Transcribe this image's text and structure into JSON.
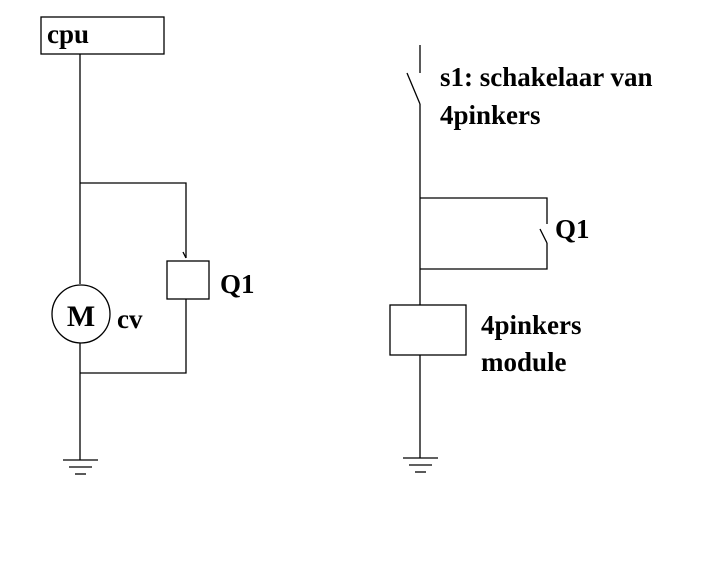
{
  "left_circuit": {
    "cpu_label": "cpu",
    "relay_label": "Q1",
    "motor_letter": "M",
    "motor_label": "cv"
  },
  "right_circuit": {
    "switch_label_line1": "s1: schakelaar van",
    "switch_label_line2": "4pinkers",
    "contact_label": "Q1",
    "module_label_line1": "4pinkers",
    "module_label_line2": "module"
  },
  "colors": {
    "line": "#000000",
    "background": "#ffffff"
  },
  "icons": {
    "ground": "ground-symbol",
    "motor": "motor-circle-symbol",
    "switch": "normally-open-switch-symbol",
    "relay_contact": "relay-contact-symbol"
  }
}
